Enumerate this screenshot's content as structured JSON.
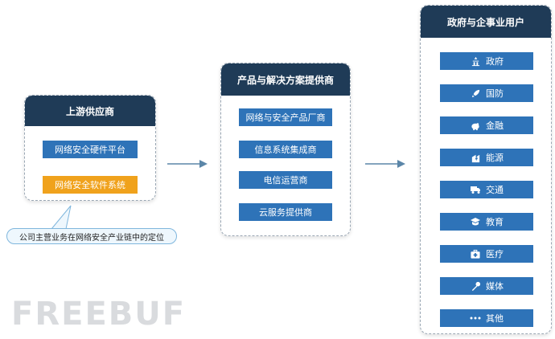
{
  "upstream": {
    "title": "上游供应商",
    "items": [
      "网络安全硬件平台",
      "网络安全软件系统"
    ]
  },
  "products": {
    "title": "产品与解决方案提供商",
    "items": [
      "网络与安全产品厂商",
      "信息系统集成商",
      "电信运营商",
      "云服务提供商"
    ]
  },
  "customers": {
    "title": "政府与企事业用户",
    "sectors": [
      {
        "label": "政府",
        "icon": "government-icon"
      },
      {
        "label": "国防",
        "icon": "rocket-icon"
      },
      {
        "label": "金融",
        "icon": "piggy-bank-icon"
      },
      {
        "label": "能源",
        "icon": "energy-icon"
      },
      {
        "label": "交通",
        "icon": "truck-icon"
      },
      {
        "label": "教育",
        "icon": "graduation-cap-icon"
      },
      {
        "label": "医疗",
        "icon": "medical-kit-icon"
      },
      {
        "label": "媒体",
        "icon": "microphone-icon"
      },
      {
        "label": "其他",
        "icon": "ellipsis-icon"
      }
    ]
  },
  "callout": "公司主营业务在网络安全产业链中的定位",
  "watermark": "FREEBUF",
  "colors": {
    "header": "#1f3b57",
    "item_blue": "#2e73b8",
    "item_highlight": "#f0a21c",
    "arrow": "#5b86a8",
    "callout_border": "#7fb6dd"
  }
}
